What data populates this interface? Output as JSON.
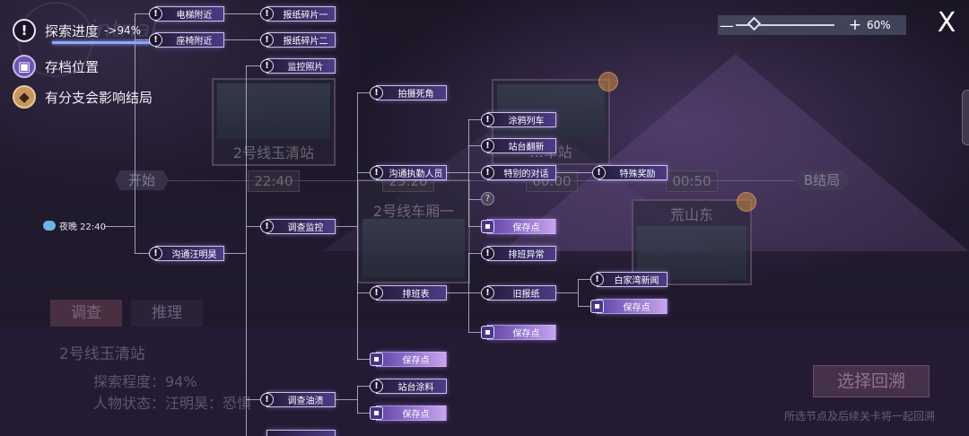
{
  "legend": {
    "progress_label": "探索进度",
    "progress_value": "->94%",
    "progress_fraction": 0.94,
    "save_label": "存档位置",
    "branch_label": "有分支会影响结局",
    "watermark": "intrial"
  },
  "zoom": {
    "minus": "—",
    "plus": "+",
    "value": "60%",
    "fraction": 0.18
  },
  "close_label": "X",
  "background": {
    "scenes": [
      "2号线玉清站",
      "2号线车厢一",
      "...车站",
      "荒山东"
    ],
    "start": "开始",
    "times": [
      "22:40",
      "23:20",
      "00:00",
      "00:50"
    ],
    "ending": "B结局",
    "tabs": [
      "调查",
      "推理"
    ],
    "station": "2号线玉清站",
    "explore_degree": "探索程度：94%",
    "char_status": "人物状态：汪明昊：恐惧",
    "select_button": "选择回溯",
    "hint": "所选节点及后续关卡将一起回溯"
  },
  "timeline_start": "夜晚  22:40",
  "nodes": {
    "n1": "电梯附近",
    "n2": "座椅附近",
    "n3": "报纸碎片一",
    "n4": "报纸碎片二",
    "n5": "监控照片",
    "n6": "沟通汪明昊",
    "n7": "调查监控",
    "n8": "调查油渍",
    "n9": "拍摄死角",
    "n10": "沟通执勤人员",
    "n11": "排班表",
    "n12": "保存点",
    "n13": "站台涂料",
    "n14": "保存点",
    "n15": "涂鸦列车",
    "n16": "站台翻新",
    "n17": "特别的对话",
    "n18": "保存点",
    "n19": "排班异常",
    "n20": "旧报纸",
    "n21": "保存点",
    "n22": "特殊奖励",
    "n23": "白家湾新闻",
    "n24": "保存点",
    "q": "?"
  }
}
